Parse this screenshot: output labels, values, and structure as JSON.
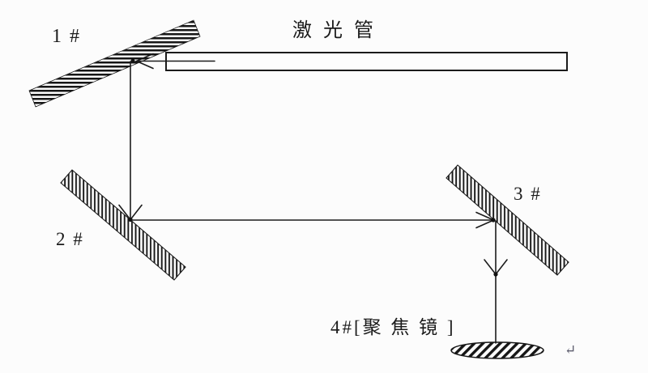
{
  "diagram": {
    "type": "laser-beam-path-diagram",
    "labels": {
      "mirror1": "1 #",
      "laser_tube": "激 光 管",
      "mirror2": "2 #",
      "mirror3": "3 #",
      "focus_lens": "4#[聚 焦 镜 ]"
    },
    "icons": {
      "return_mark": "↵"
    },
    "colors": {
      "line": "#1b1b1b",
      "hatch": "#161616",
      "background": "#fcfcfc",
      "return_mark": "#5d5d6e"
    }
  }
}
